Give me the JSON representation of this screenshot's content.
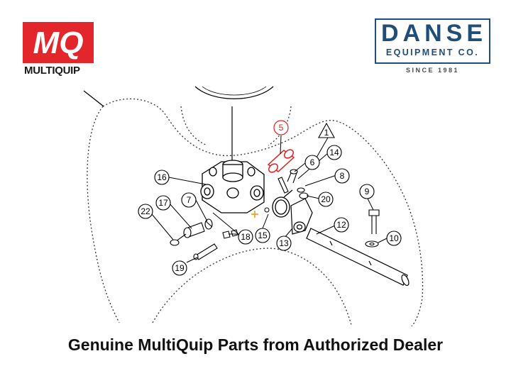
{
  "brand_left": {
    "name": "MULTIQUIP",
    "mark": "MQ",
    "color": "#e3262c"
  },
  "brand_right": {
    "name": "DANSE",
    "sub": "EQUIPMENT CO.",
    "since": "SINCE 1981",
    "color": "#1f4e79"
  },
  "diagram": {
    "callouts": {
      "c1": "1",
      "c5": "5",
      "c6": "6",
      "c7": "7",
      "c8": "8",
      "c9": "9",
      "c10": "10",
      "c12": "12",
      "c13": "13",
      "c14": "14",
      "c15": "15",
      "c16": "16",
      "c17": "17",
      "c18": "18",
      "c19": "19",
      "c20": "20",
      "c22": "22"
    },
    "highlight_color": "#e02020"
  },
  "footer": {
    "text": "Genuine MultiQuip Parts from Authorized Dealer"
  }
}
